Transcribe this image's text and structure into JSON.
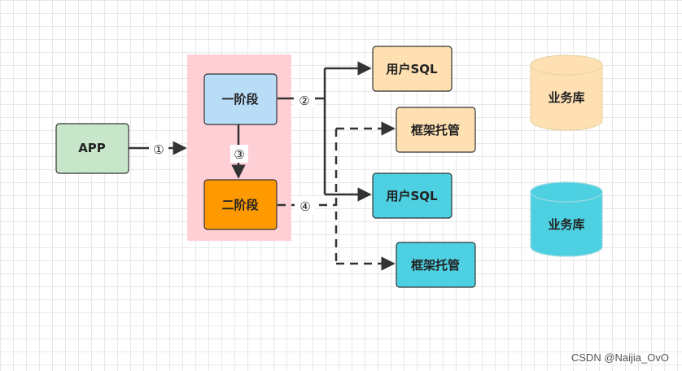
{
  "colors": {
    "phase_group": "#ffcfd6",
    "app": "#c8e6c9",
    "phase_one": "#b9dcf7",
    "phase_two": "#ff9900",
    "orange_group": "#ffe0b3",
    "cyan_group": "#4dd0e1",
    "arrow": "#333333"
  },
  "nodes": {
    "app": "APP",
    "phase_one": "一阶段",
    "phase_two": "二阶段",
    "user_sql_1": "用户SQL",
    "framework_1": "框架托管",
    "user_sql_2": "用户SQL",
    "framework_2": "框架托管",
    "db_1": "业务库",
    "db_2": "业务库"
  },
  "steps": {
    "s1": "①",
    "s2": "②",
    "s3": "③",
    "s4": "④"
  },
  "watermark": "CSDN @Naijia_OvO"
}
